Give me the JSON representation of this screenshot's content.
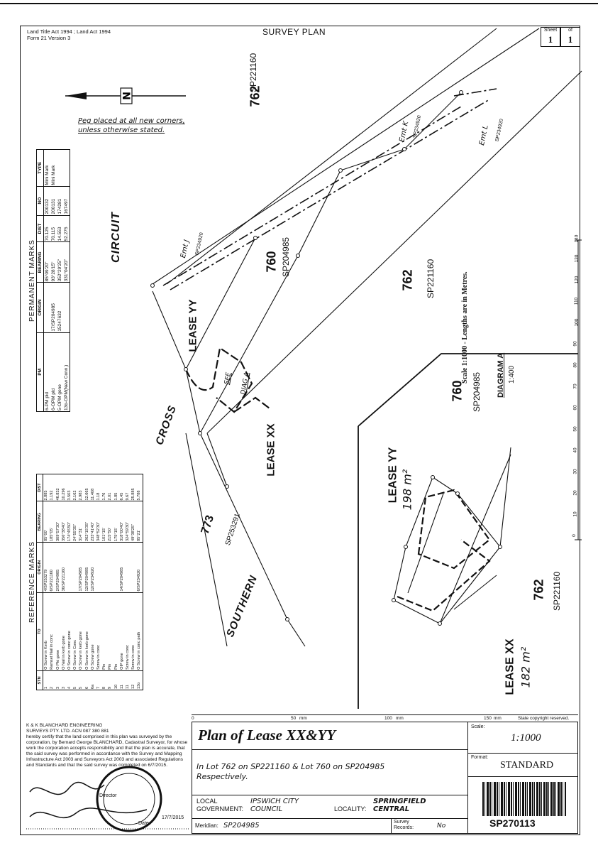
{
  "header": {
    "act_line1": "Land Title Act 1994 ; Land Act 1994",
    "act_line2": "Form 21 Version 3",
    "title": "SURVEY PLAN",
    "sheet_label": "Sheet",
    "sheet_value": "1",
    "of_label": "of",
    "of_value": "1"
  },
  "notes": {
    "peg_line1": "Peg placed at all new corners,",
    "peg_line2": "unless otherwise stated."
  },
  "lots": {
    "lot762_a": "762",
    "sp762_a": "SP221160",
    "lot762_b": "762",
    "sp762_b": "SP221160",
    "lot762_c": "762",
    "sp762_c": "SP221160",
    "lot760_a": "760",
    "sp760_a": "SP204985",
    "lot760_b": "760",
    "sp760_b": "SP204985",
    "lot773": "773",
    "sp773": "SP253291"
  },
  "roads": {
    "circuit": "CIRCUIT",
    "cross": "CROSS",
    "southern": "SOUTHERN"
  },
  "leases": {
    "yy": "LEASE YY",
    "xx": "LEASE XX",
    "yy_area": "198 m²",
    "xx_area": "182 m²"
  },
  "easements": {
    "emt_k": "Emt K",
    "emt_k_sp": "SP234920",
    "emt_l": "Emt L",
    "emt_l_sp": "SP234920",
    "emt_j": "Emt J",
    "emt_j_sp": "SP234920"
  },
  "diagram": {
    "title": "DIAGRAM A",
    "scale": "1:400",
    "see": "SEE",
    "diag_a": "DIAG A"
  },
  "scale_bar": {
    "label": "Scale 1:1000 - Lengths are in Metres.",
    "ticks": [
      "0",
      "10",
      "20",
      "30",
      "40",
      "50",
      "60",
      "70",
      "80",
      "90",
      "100",
      "110",
      "120",
      "130",
      "140"
    ]
  },
  "permanent_marks": {
    "title": "PERMANENT MARKS",
    "headers": [
      "PM",
      "ORIGIN",
      "BEARING",
      "DIST",
      "NO",
      "TYPE"
    ],
    "rows": [
      [
        "6-PM pld",
        "",
        "85°09'20\"",
        "70.125",
        "200132",
        "Mini Mark"
      ],
      [
        "6-OPM pld",
        "17/SP204985",
        "93°28'15\"",
        "70.115",
        "200131",
        "Mini Mark"
      ],
      [
        "5-OPM gone",
        "15247632",
        "352°29'25\"",
        "14.553",
        "174281",
        ""
      ],
      [
        "13o-OPM(New Conn.)",
        "",
        "331°04'20\"",
        "52.275",
        "167497",
        ""
      ]
    ]
  },
  "reference_marks": {
    "title": "REFERENCE MARKS",
    "headers": [
      "STN",
      "TO",
      "ORIGIN",
      "BEARING",
      "DIST"
    ],
    "rows": [
      [
        "1",
        "O Screw in Kerb",
        "4/SP253279",
        "85°00'",
        "2.885"
      ],
      [
        "2",
        "Ramset Nail in conc",
        "6/SP221160",
        "185°05'",
        "1.192"
      ],
      [
        "3",
        "O Pkt gone",
        "2/SP204985",
        "309°57'30\"",
        "46.832"
      ],
      [
        "3",
        "O Nail in kerb gone",
        "36/SP221160",
        "356°38'40\"",
        "10.296"
      ],
      [
        "4",
        "O Screw in conc gone",
        "",
        "174°45'50\"",
        "3.503"
      ],
      [
        "5",
        "O Screw in Conc",
        "",
        "24°55'35\"",
        "2.162"
      ],
      [
        "5",
        "O Screw in kerb gone",
        "17/SP204985",
        "314°31'",
        "2.983"
      ],
      [
        "6",
        "O Screw in kerb gone",
        "12/SP204985",
        "262°15'35\"",
        "12.665"
      ],
      [
        "6a",
        "O Screw gone",
        "12/SP234920",
        "233°41'40\"",
        "11.408"
      ],
      [
        "7",
        "Screw in conc",
        "",
        "348°52'30\"",
        "1.18"
      ],
      [
        "8",
        "Pin",
        "",
        "101°15'",
        "1.76"
      ],
      [
        "9",
        "Pin",
        "",
        "215°50'",
        "2.01"
      ],
      [
        "10",
        "Pin",
        "",
        "175°15'",
        "1.85"
      ],
      [
        "11",
        "OIP gone",
        "14/SP204985",
        "318°00'40\"",
        "6.45"
      ],
      [
        "11",
        "Screw in conc",
        "",
        "324°59'30\"",
        "9.67"
      ],
      [
        "12",
        "Screw in conc",
        "",
        "49°38'25\"",
        "25.885"
      ],
      [
        "13o",
        "O Screw in conc path",
        "6/SP234920",
        "85°21'",
        "5.788"
      ]
    ]
  },
  "title_block": {
    "scale_row": [
      "0",
      "50",
      "mm",
      "100",
      "mm",
      "150",
      "mm"
    ],
    "copyright": "State copyright reserved.",
    "plan_title": "Plan of Lease XX&YY",
    "description": "In Lot 762 on SP221160 & Lot 760 on SP204985 Respectively.",
    "local_gov_label": "LOCAL GOVERNMENT:",
    "local_gov_value": "IPSWICH CITY COUNCIL",
    "locality_label": "LOCALITY:",
    "locality_value": "SPRINGFIELD CENTRAL",
    "meridian_label": "Meridian:",
    "meridian_value": "SP204985",
    "survey_records_label": "Survey Records:",
    "survey_records_value": "No",
    "scale_label": "Scale:",
    "scale_value": "1:1000",
    "format_label": "Format:",
    "format_value": "STANDARD",
    "plan_number": "SP270113"
  },
  "certification": {
    "firm_line1": "K & K BLANCHARD ENGINEERING",
    "firm_line2": "SURVEYS PTY. LTD. ACN 087 380 881",
    "body": "hereby certify that the land comprised in this plan was surveyed by the corporation, by Bernard George BLANCHARD, Cadastral Surveyor, for whose work the corporation accepts responsibility and that the plan is accurate, that the said survey was performed in accordance with the Survey and Mapping Infrastructure Act 2003 and Surveyors Act 2003 and associated Regulations and Standards and that the said survey was completed on 6/7/2015.",
    "director_label": "Director",
    "date_label": "Date",
    "date_value": "17/7/2015"
  }
}
